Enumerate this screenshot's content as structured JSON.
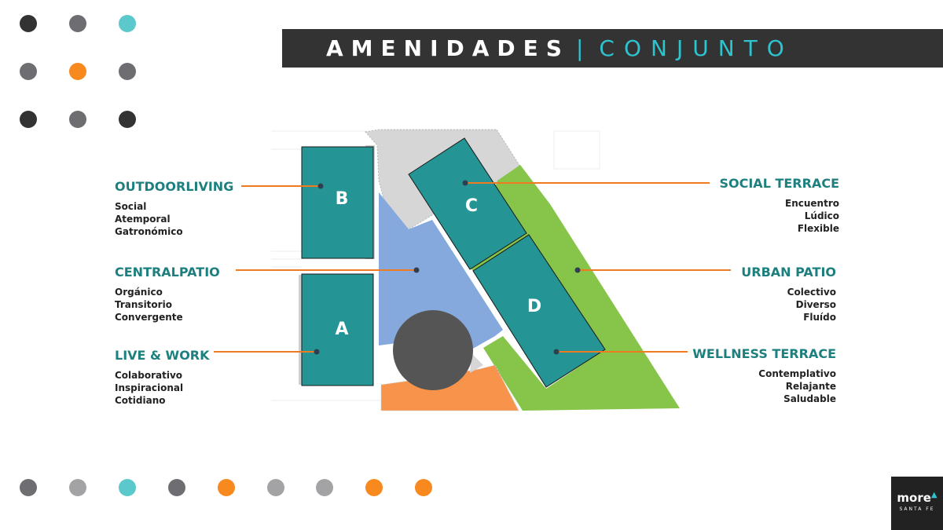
{
  "header": {
    "title": "AMENIDADES",
    "separator": "|",
    "subtitle": "CONJUNTO"
  },
  "colors": {
    "teal_block": "#249494",
    "green_area": "#86c44a",
    "blue_area": "#86a9dd",
    "orange_area": "#f7934a",
    "gray_area": "#d6d6d6",
    "dark_circle": "#555555",
    "leader_line": "#f07a1f",
    "accent": "#2ec4cf",
    "label_teal": "#1e7f7f"
  },
  "decor_dots": {
    "grid": [
      "dark",
      "mid",
      "teal",
      "mid",
      "orange",
      "mid",
      "dark",
      "mid",
      "dark"
    ],
    "row": [
      "mid",
      "light",
      "teal",
      "mid",
      "orange",
      "light",
      "light",
      "orange",
      "orange"
    ]
  },
  "buildings": {
    "a": "A",
    "b": "B",
    "c": "C",
    "d": "D"
  },
  "amenities": {
    "outdoor_living": {
      "name": "OUTDOORLIVING",
      "traits": [
        "Social",
        "Atemporal",
        "Gatronómico"
      ]
    },
    "central_patio": {
      "name": "CENTRALPATIO",
      "traits": [
        "Orgánico",
        "Transitorio",
        "Convergente"
      ]
    },
    "live_work": {
      "name": "LIVE & WORK",
      "traits": [
        "Colaborativo",
        "Inspiracional",
        "Cotidiano"
      ]
    },
    "social_terrace": {
      "name": "SOCIAL TERRACE",
      "traits": [
        "Encuentro",
        "Lúdico",
        "Flexible"
      ]
    },
    "urban_patio": {
      "name": "URBAN PATIO",
      "traits": [
        "Colectivo",
        "Diverso",
        "Fluído"
      ]
    },
    "wellness_terrace": {
      "name": "WELLNESS TERRACE",
      "traits": [
        "Contemplativo",
        "Relajante",
        "Saludable"
      ]
    }
  },
  "logo": {
    "brand": "more",
    "city": "SANTA FE"
  }
}
